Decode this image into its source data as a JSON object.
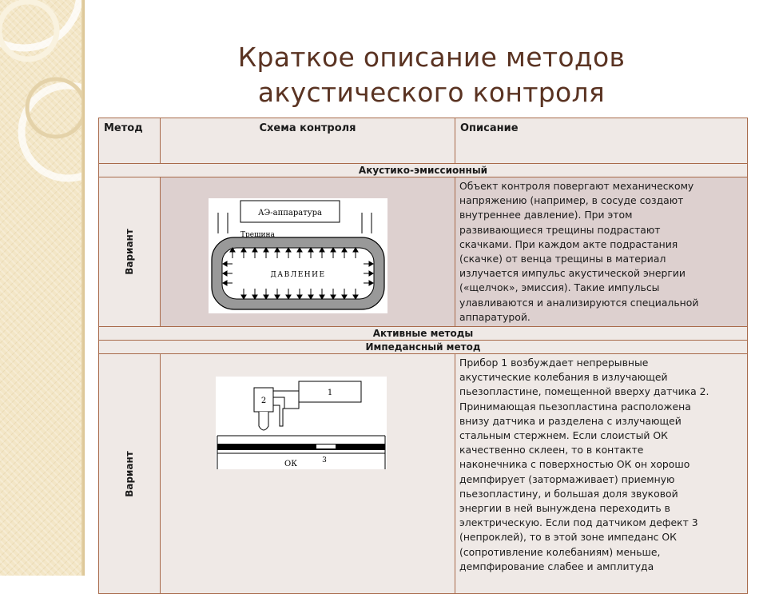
{
  "slide": {
    "title_line1": "Краткое описание методов",
    "title_line2": "акустического контроля"
  },
  "table": {
    "headers": [
      "Метод",
      "Схема контроля",
      "Описание"
    ],
    "sections": {
      "acoustic_emission": "Акустико-эмиссионный",
      "active_methods": "Активные методы",
      "impedance_method": "Импедансный метод"
    },
    "rows": [
      {
        "method_label": "Вариант",
        "figure_labels": {
          "apparatus": "АЭ-аппаратура",
          "crack": "Трещина",
          "pressure": "ДАВЛЕНИЕ"
        },
        "description_lines": [
          "Объект контроля повергают механическому",
          "напряжению (например, в сосуде создают",
          "внутреннее давление). При этом",
          "развивающиеся трещины подрастают",
          "скачками. При каждом акте подрастания",
          "(скачке) от венца трещины в материал",
          "излучается импульс акустической энергии",
          "(«щелчок», эмиссия). Такие импульсы",
          "улавливаются и анализируются специальной",
          "аппаратурой."
        ]
      },
      {
        "method_label": "Вариант",
        "figure_labels": {
          "box1": "1",
          "box2": "2",
          "defect": "3",
          "object": "ОК"
        },
        "description_lines": [
          "Прибор 1 возбуждает непрерывные",
          "акустические колебания в излучающей",
          "пьезопластине, помещенной вверху датчика 2.",
          "Принимающая пьезопластина расположена",
          "внизу датчика и разделена с излучающей",
          "стальным стержнем. Если слоистый ОК",
          "качественно склеен, то в контакте",
          "наконечника с поверхностью ОК он хорошо",
          "демпфирует (затормаживает) приемную",
          "пьезопластину, и большая доля звуковой",
          "энергии в ней вынуждена переходить в",
          "электрическую. Если под датчиком дефект 3",
          "(непроклей), то в этой зоне импеданс ОК",
          "(сопротивление колебаниям) меньше,",
          "демпфирование слабее и амплитуда"
        ]
      }
    ]
  },
  "colors": {
    "title": "#5a3322",
    "border": "#a86a4a",
    "cell_bg": "#efe9e6",
    "cell_bg_dark": "#ddd0cf",
    "side_strip": "#f3e6c6"
  }
}
